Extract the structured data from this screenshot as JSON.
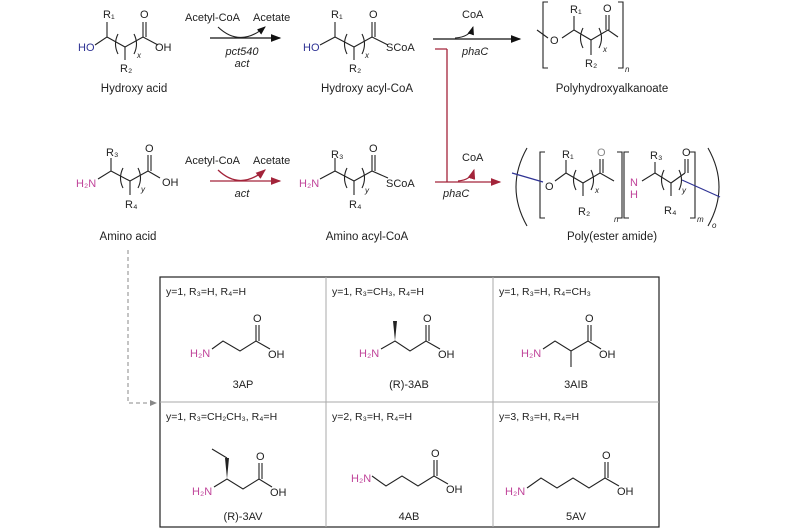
{
  "colors": {
    "hydroxy": "#2f3394",
    "amine": "#c0449a",
    "pathway_red": "#a3243a"
  },
  "top_row": {
    "hydroxy_acid": {
      "name": "Hydroxy acid",
      "HO": "HO",
      "R1": "R₁",
      "R2": "R₂",
      "O": "O",
      "OH": "OH",
      "x": "x"
    },
    "step1": {
      "reactant": "Acetyl-CoA",
      "product": "Acetate",
      "enzyme1": "pct540",
      "enzyme2": "act"
    },
    "hydroxy_acyl_coa": {
      "name": "Hydroxy acyl-CoA",
      "HO": "HO",
      "R1": "R₁",
      "R2": "R₂",
      "O": "O",
      "SCoA": "SCoA",
      "x": "x"
    },
    "step2": {
      "product": "CoA",
      "enzyme": "phaC"
    },
    "pha": {
      "name": "Polyhydroxyalkanoate",
      "O_ester": "O",
      "R1": "R₁",
      "R2": "R₂",
      "O": "O",
      "x": "x",
      "n": "n"
    }
  },
  "bottom_row": {
    "amino_acid": {
      "name": "Amino acid",
      "H2N": "H₂N",
      "R3": "R₃",
      "R4": "R₄",
      "O": "O",
      "OH": "OH",
      "y": "y"
    },
    "step1": {
      "reactant": "Acetyl-CoA",
      "product": "Acetate",
      "enzyme": "act"
    },
    "amino_acyl_coa": {
      "name": "Amino acyl-CoA",
      "H2N": "H₂N",
      "R3": "R₃",
      "R4": "R₄",
      "O": "O",
      "SCoA": "SCoA",
      "y": "y"
    },
    "step2": {
      "product": "CoA",
      "enzyme": "phaC"
    },
    "pea": {
      "name": "Poly(ester amide)",
      "O_ester": "O",
      "R1": "R₁",
      "R2": "R₂",
      "O1": "O",
      "N": "N",
      "H": "H",
      "R3": "R₃",
      "R4": "R₄",
      "O2": "O",
      "x": "x",
      "y": "y",
      "n": "n",
      "m": "m",
      "o": "o"
    }
  },
  "examples": [
    {
      "condition": "y=1, R₃=H, R₄=H",
      "name": "3AP"
    },
    {
      "condition": "y=1, R₃=CH₃, R₄=H",
      "name": "(R)-3AB"
    },
    {
      "condition": "y=1, R₃=H, R₄=CH₃",
      "name": "3AIB"
    },
    {
      "condition": "y=1, R₃=CH₂CH₃, R₄=H",
      "name": "(R)-3AV"
    },
    {
      "condition": "y=2, R₃=H, R₄=H",
      "name": "4AB"
    },
    {
      "condition": "y=3, R₃=H, R₄=H",
      "name": "5AV"
    }
  ],
  "atoms": {
    "H2N": "H₂N",
    "O": "O",
    "OH": "OH"
  }
}
